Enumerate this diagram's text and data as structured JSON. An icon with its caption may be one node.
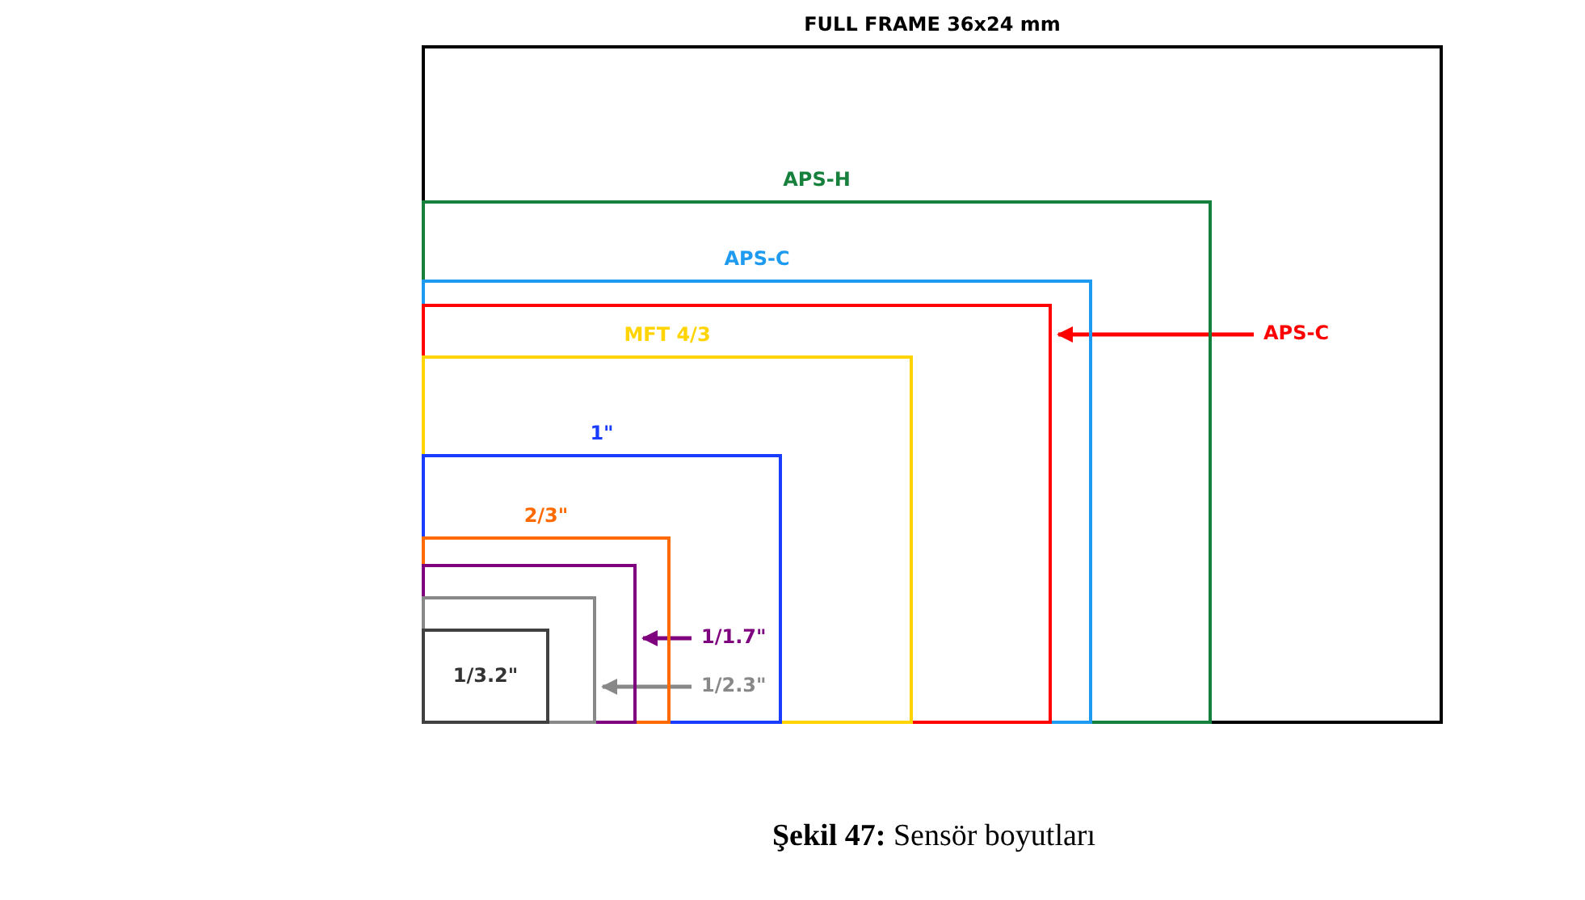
{
  "diagram": {
    "caption": "**Şekil 47:** Sensör boyutları",
    "nodes": [
      {
        "text": [
          "FULL FRAME 36x24 mm"
        ]
      },
      {
        "text": [
          "APS-H"
        ],
        "in": 0
      },
      {
        "text": [
          "APS-C"
        ],
        "in": 1
      },
      {
        "text": [],
        "shape": "box",
        "in": 2
      },
      {
        "text": [
          "MFT 4/3"
        ],
        "in": 3
      },
      {
        "text": [
          "1\""
        ],
        "in": 4
      },
      {
        "text": [
          "2/3\""
        ],
        "in": 5
      },
      {
        "text": [],
        "shape": "box",
        "in": 6
      },
      {
        "text": [],
        "shape": "box",
        "in": 7
      },
      {
        "text": [
          "1/3.2\""
        ],
        "in": 8
      },
      {
        "text": [
          "APS-C"
        ],
        "in": 0
      },
      {
        "text": [
          "1/1.7\""
        ],
        "in": 5
      },
      {
        "text": [
          "1/2.3\""
        ],
        "in": 5
      }
    ],
    "edges": [
      {
        "from": 10,
        "to": 3,
        "arrow": "to",
        "color": "#ff0000"
      },
      {
        "from": 11,
        "to": 7,
        "arrow": "to",
        "color": "#7f007f"
      },
      {
        "from": 12,
        "to": 8,
        "arrow": "to",
        "color": "#888888"
      }
    ]
  }
}
